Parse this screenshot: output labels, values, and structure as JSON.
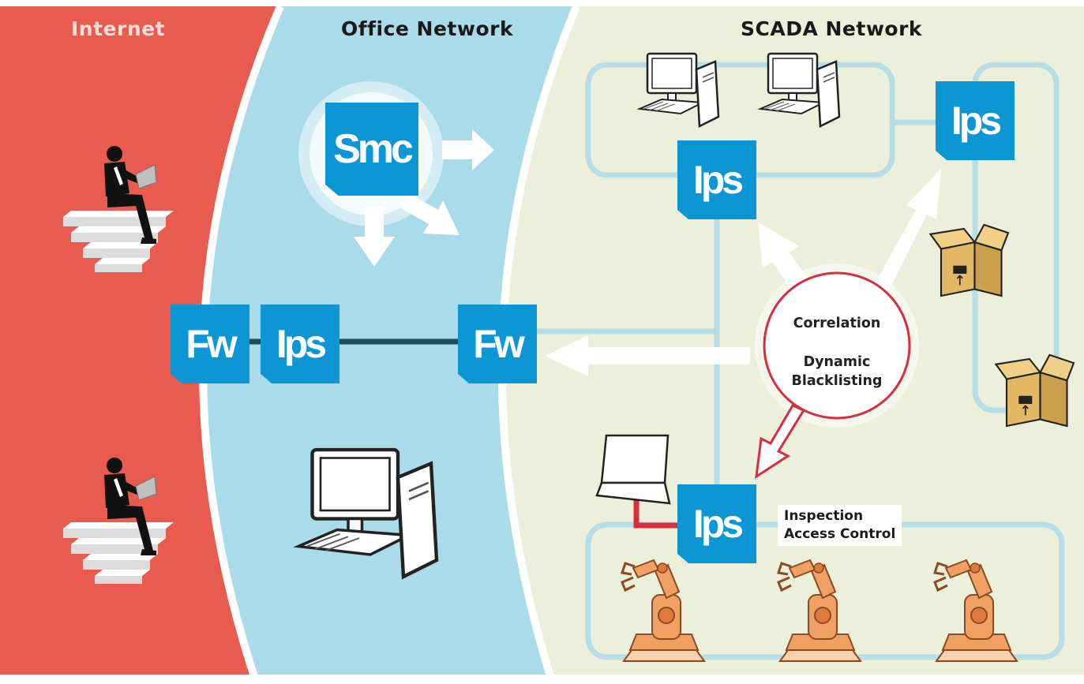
{
  "zones": {
    "internet": "Internet",
    "office": "Office Network",
    "scada": "SCADA Network"
  },
  "badges": {
    "smc": "Smc",
    "fw_internet": "Fw",
    "ips_internet": "Ips",
    "fw_office": "Fw",
    "ips_scada_workstations": "Ips",
    "ips_scada_storage": "Ips",
    "ips_scada_control": "Ips"
  },
  "correlation": {
    "line1": "Correlation",
    "line2": "Dynamic",
    "line3": "Blacklisting"
  },
  "inspection": {
    "line1": "Inspection",
    "line2": "Access Control"
  },
  "colors": {
    "internet_bg": "#e85b4e",
    "office_bg": "#a9dbe9",
    "scada_bg": "#ecefd9",
    "badge_blue": "#0c97d4",
    "network_line": "#b7dde6",
    "trunk_line": "#1d4a5c",
    "alert_red": "#d62d3f",
    "robot_orange": "#f1a064",
    "box_tan": "#e2b865"
  },
  "icons": [
    "laptop-user-icon",
    "desktop-computer-icon",
    "laptop-icon",
    "cardboard-box-icon",
    "robot-arm-icon"
  ]
}
